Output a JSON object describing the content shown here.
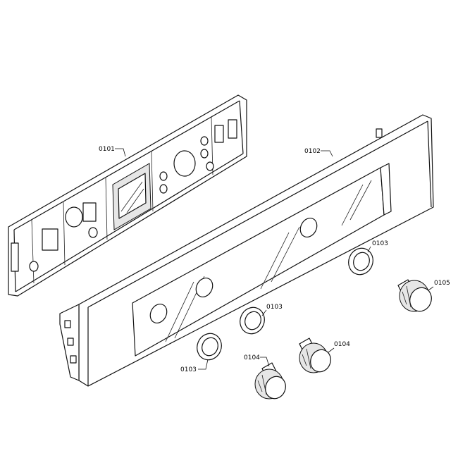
{
  "labels": {
    "l0101": "0101",
    "l0102": "0102",
    "l0103_a": "0103",
    "l0103_b": "0103",
    "l0103_c": "0103",
    "l0104_a": "0104",
    "l0104_b": "0104",
    "l0105": "0105"
  }
}
